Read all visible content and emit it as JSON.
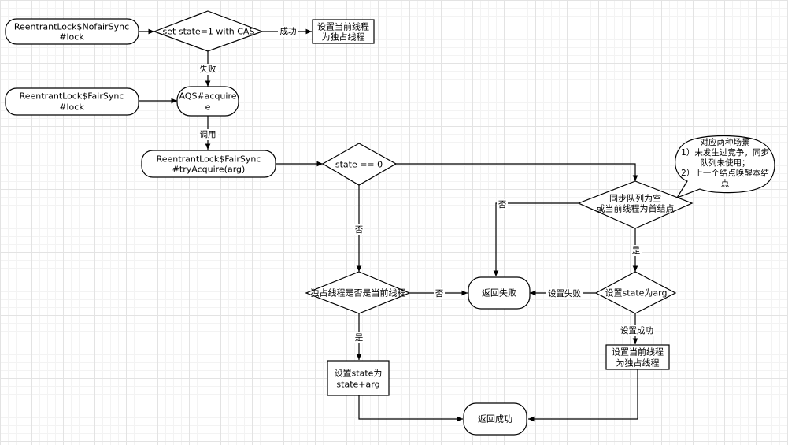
{
  "nodes": {
    "nofair_lock": [
      "ReentrantLock$NofairSync",
      "#lock"
    ],
    "cas_diamond": [
      "set state=1 with CAS"
    ],
    "set_owner_top": [
      "设置当前线程",
      "为独占线程"
    ],
    "fair_lock": [
      "ReentrantLock$FairSync",
      "#lock"
    ],
    "aqs_acquire": [
      "AQS#acquire",
      "e"
    ],
    "fair_try_acquire": [
      "ReentrantLock$FairSync",
      "#tryAcquire(arg)"
    ],
    "state_zero": [
      "state == 0"
    ],
    "queue_check": [
      "同步队列为空",
      "或当前线程为首结点"
    ],
    "exclusive_check": [
      "独占线程是否是当前线程"
    ],
    "return_fail": [
      "返回失败"
    ],
    "set_state_arg": [
      "设置state为arg"
    ],
    "set_state_plus": [
      "设置state为",
      "state+arg"
    ],
    "set_owner_bottom": [
      "设置当前线程",
      "为独占线程"
    ],
    "return_success": [
      "返回成功"
    ]
  },
  "callout": [
    "对应两种场景",
    "1）未发生过竞争，同步",
    "队列未使用；",
    "2）上一个结点唤醒本结",
    "点"
  ],
  "edge_labels": {
    "success": "成功",
    "fail": "失败",
    "call": "调用",
    "no_state": "否",
    "no_queue": "否",
    "no_exclusive": "否",
    "yes_queue": "是",
    "yes_exclusive": "是",
    "set_fail": "设置失败",
    "set_success": "设置成功"
  }
}
